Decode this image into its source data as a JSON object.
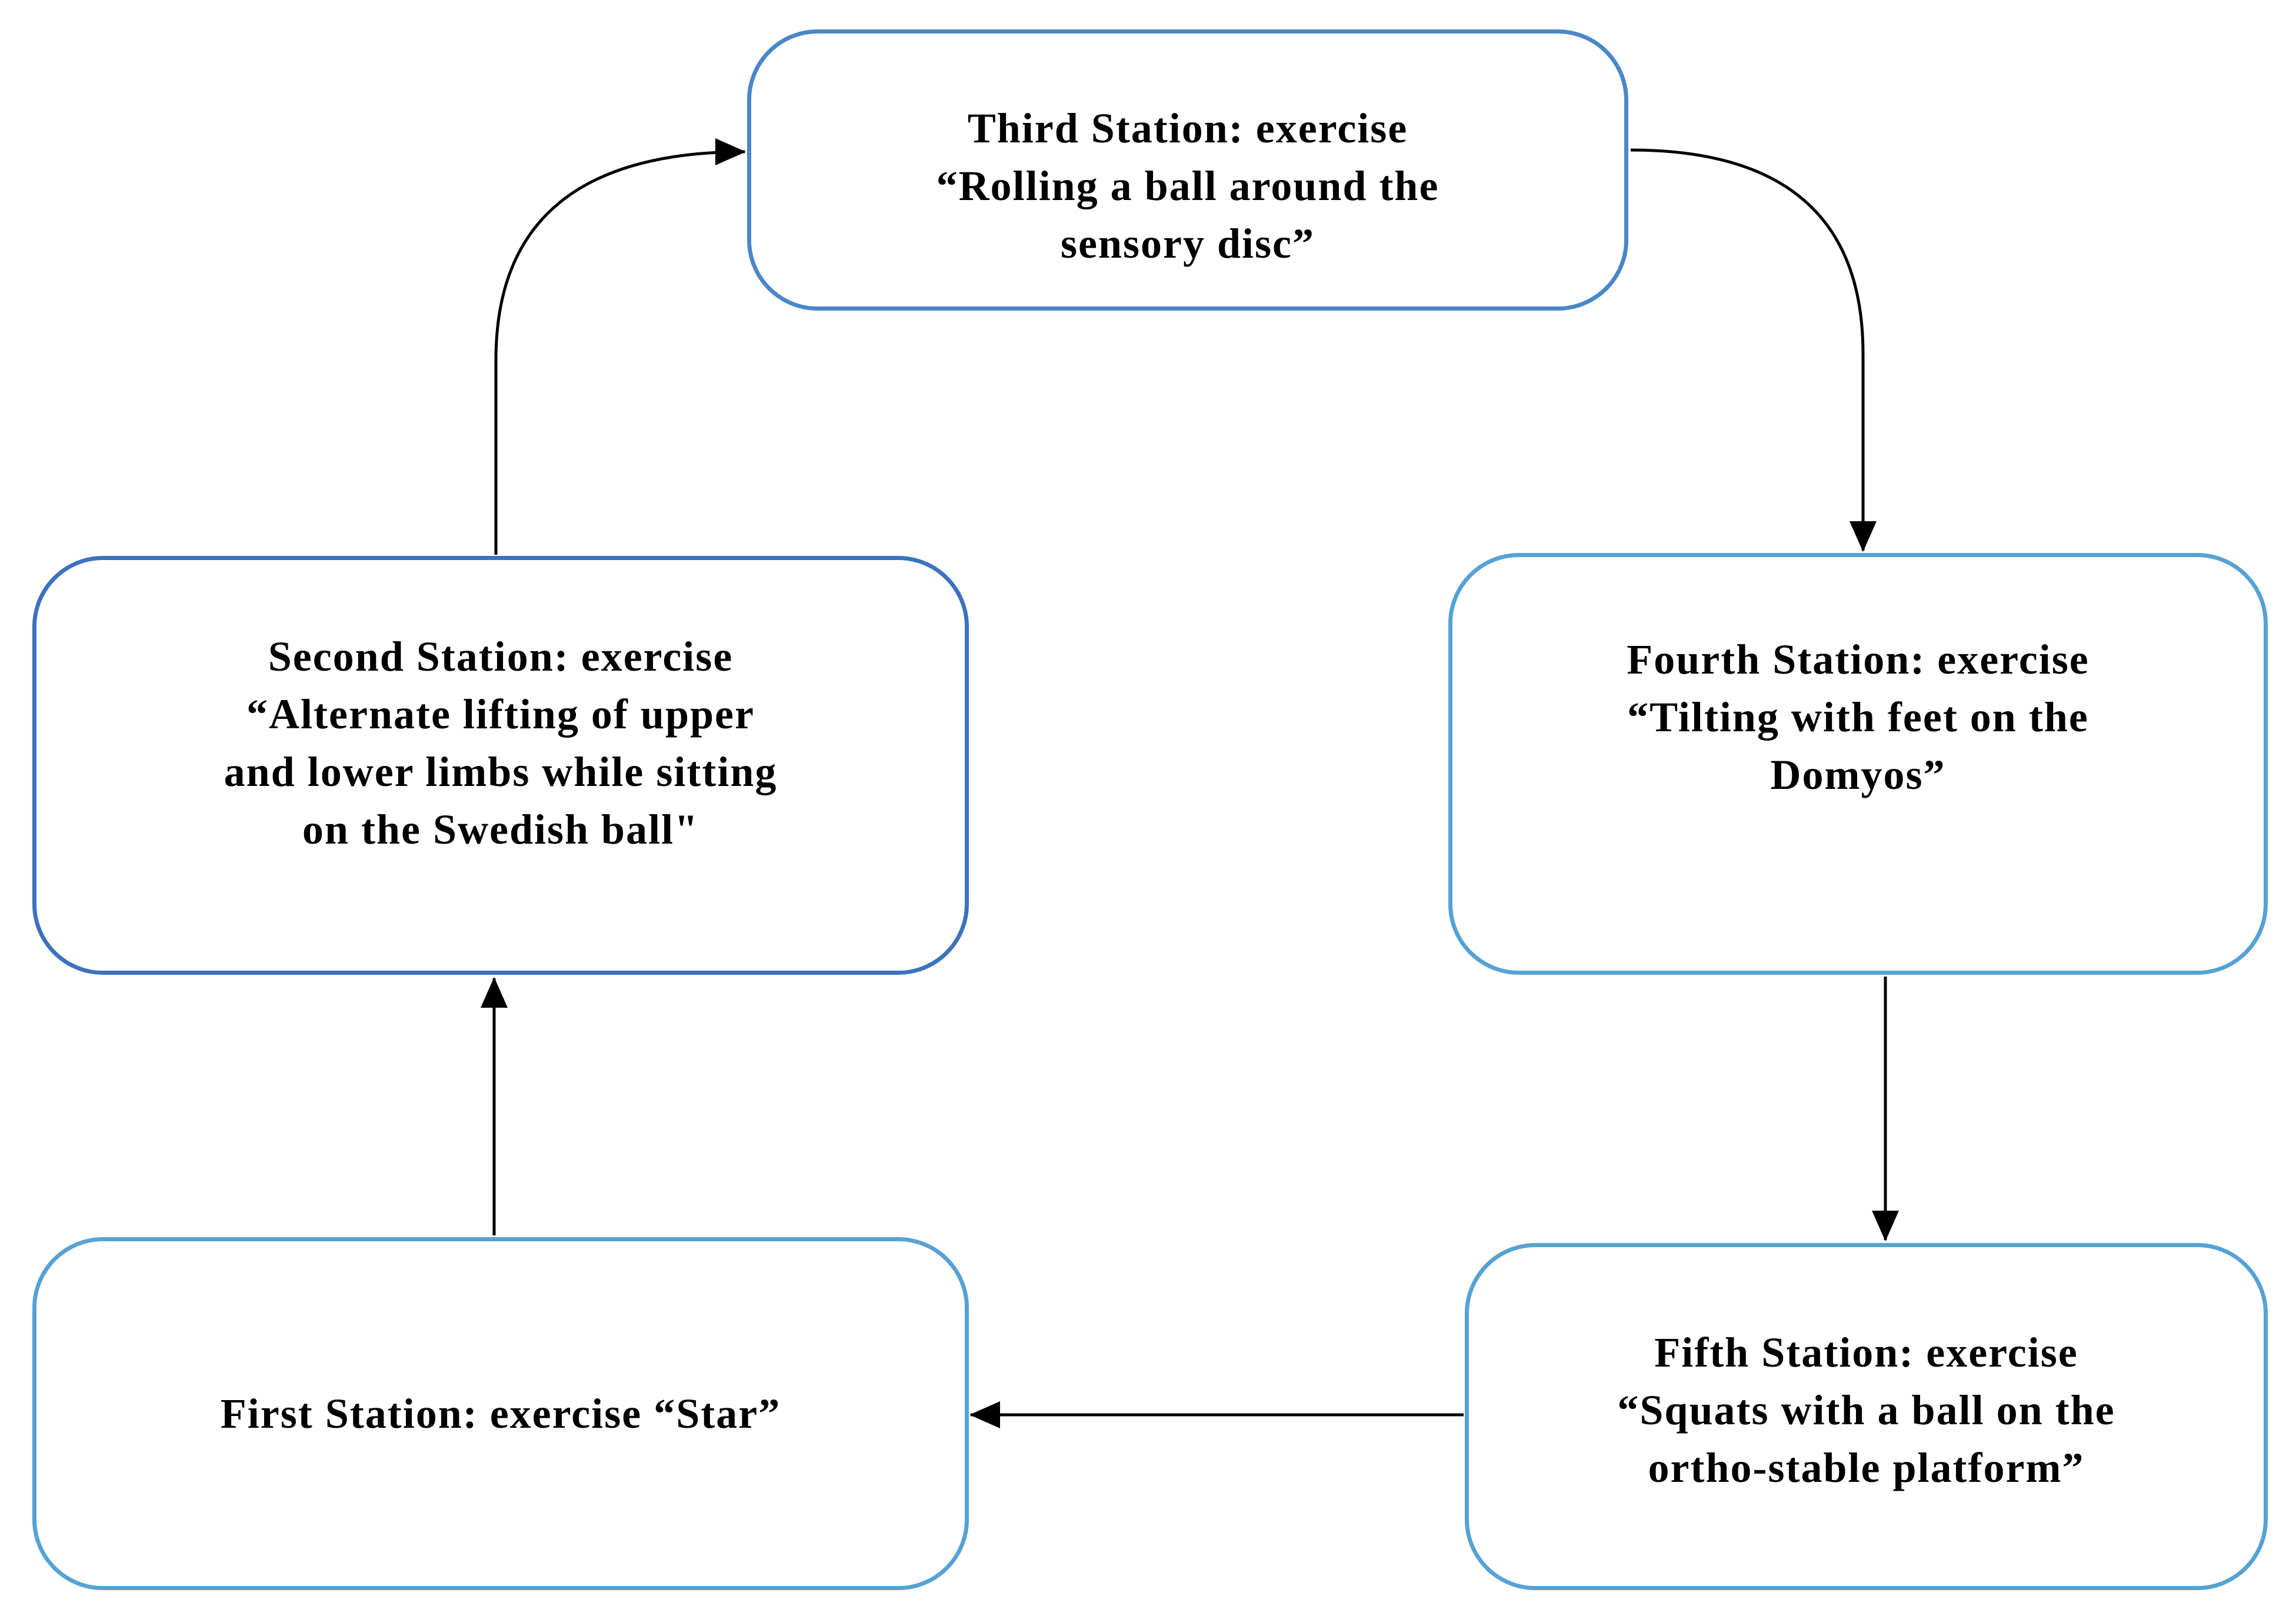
{
  "stations": {
    "first": {
      "lines": [
        "First Station: exercise “Star”"
      ]
    },
    "second": {
      "lines": [
        "Second Station: exercise",
        "“Alternate lifting of upper",
        "and lower limbs while sitting",
        "on the Swedish ball\""
      ]
    },
    "third": {
      "lines": [
        "Third Station: exercise",
        "“Rolling a ball around the",
        "sensory disc”"
      ]
    },
    "fourth": {
      "lines": [
        "Fourth Station: exercise",
        "“Tilting with feet on the",
        "Domyos”"
      ]
    },
    "fifth": {
      "lines": [
        "Fifth Station: exercise",
        "“Squats with a ball on the",
        "ortho-stable platform”"
      ]
    }
  },
  "connections": [
    {
      "from": "first",
      "to": "second"
    },
    {
      "from": "second",
      "to": "third"
    },
    {
      "from": "third",
      "to": "fourth"
    },
    {
      "from": "fourth",
      "to": "fifth"
    },
    {
      "from": "fifth",
      "to": "first"
    }
  ]
}
